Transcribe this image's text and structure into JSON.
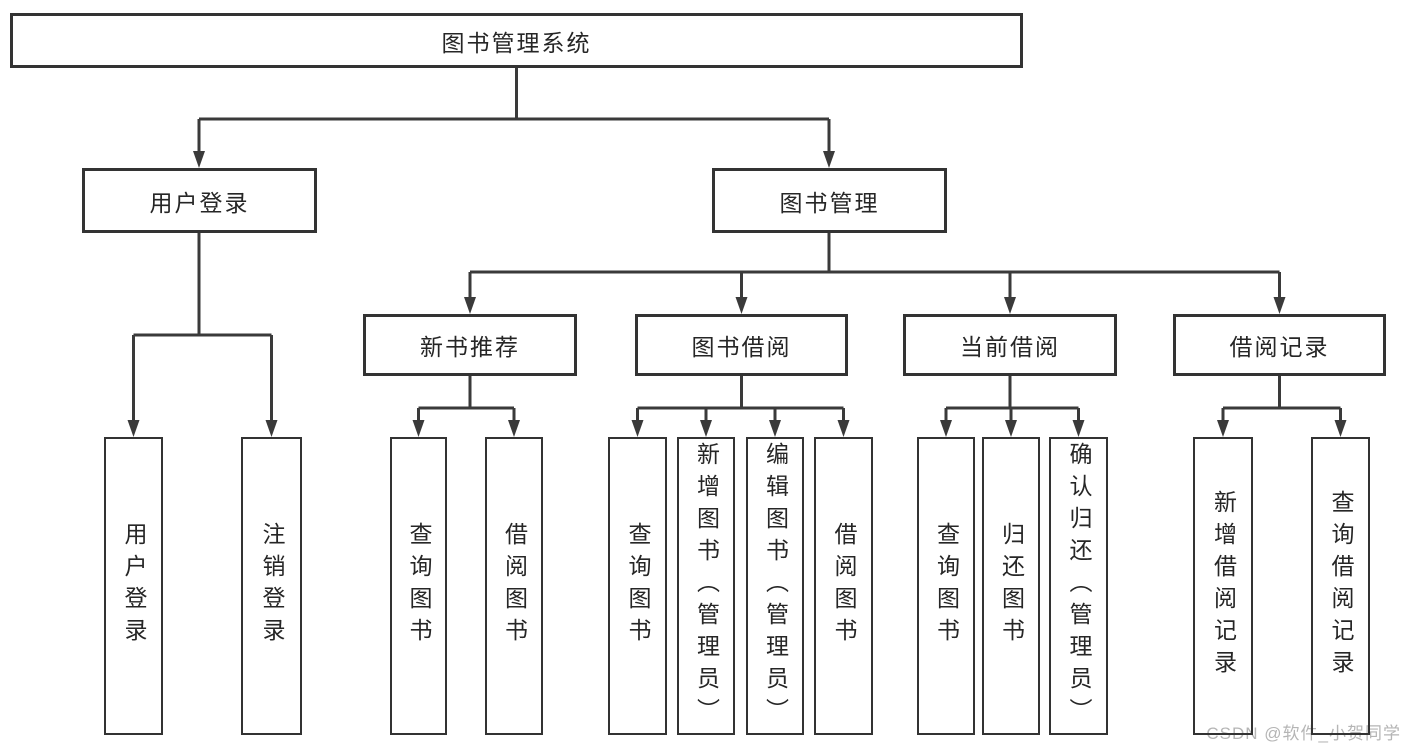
{
  "colors": {
    "background": "#ffffff",
    "line": "#3a3a3a",
    "box_border": "#333333",
    "text": "#262626",
    "watermark": "#b5b5b5"
  },
  "tree": {
    "root": {
      "label": "图书管理系统"
    },
    "branches": [
      {
        "label": "用户登录",
        "children": [
          {
            "label": "用户登录"
          },
          {
            "label": "注销登录"
          }
        ]
      },
      {
        "label": "图书管理",
        "groups": [
          {
            "label": "新书推荐",
            "children": [
              {
                "label": "查询图书"
              },
              {
                "label": "借阅图书"
              }
            ]
          },
          {
            "label": "图书借阅",
            "children": [
              {
                "label": "查询图书"
              },
              {
                "label": "新增图书（管理员）"
              },
              {
                "label": "编辑图书（管理员）"
              },
              {
                "label": "借阅图书"
              }
            ]
          },
          {
            "label": "当前借阅",
            "children": [
              {
                "label": "查询图书"
              },
              {
                "label": "归还图书"
              },
              {
                "label": "确认归还（管理员）"
              }
            ]
          },
          {
            "label": "借阅记录",
            "children": [
              {
                "label": "新增借阅记录"
              },
              {
                "label": "查询借阅记录"
              }
            ]
          }
        ]
      }
    ]
  },
  "watermark": {
    "text": "CSDN @软件_小贺同学"
  }
}
